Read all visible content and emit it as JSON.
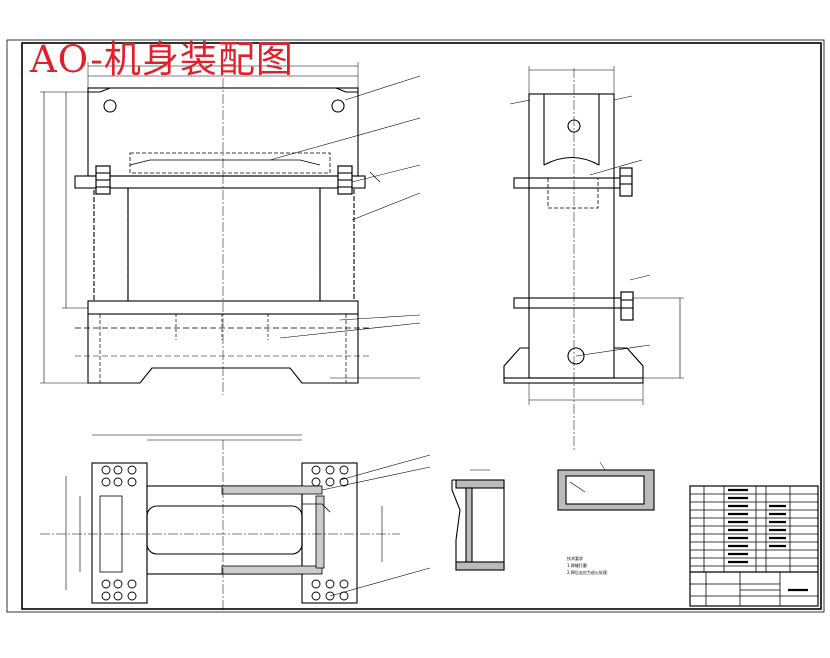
{
  "title": "AO-机身装配图",
  "colors": {
    "title": "#e0202a",
    "line": "#000000",
    "hidden_line": "#000000",
    "background": "#ffffff"
  },
  "notes": {
    "tech_requirements": "技术要求",
    "req1": "1.焊缝打磨",
    "req2": "2.焊后去应力退火处理"
  }
}
